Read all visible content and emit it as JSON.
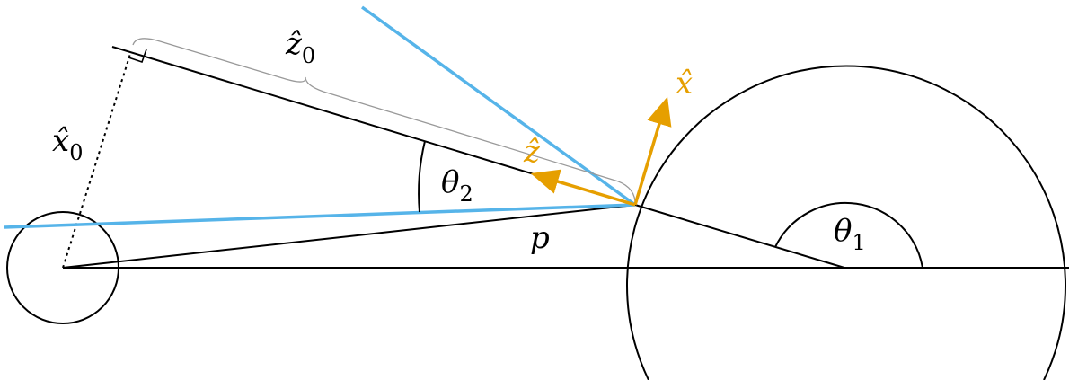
{
  "labels": {
    "z0": {
      "base": "ẑ",
      "sub": "0"
    },
    "x0": {
      "base": "x̂",
      "sub": "0"
    },
    "theta2": {
      "base": "θ",
      "sub": "2"
    },
    "theta1": {
      "base": "θ",
      "sub": "1"
    },
    "p": {
      "base": "p"
    },
    "z_hat": {
      "base": "ẑ"
    },
    "x_hat": {
      "base": "x̂"
    }
  },
  "colors": {
    "black": "#000000",
    "blue": "#56b4e9",
    "orange": "#e69f00",
    "gray": "#999999"
  }
}
